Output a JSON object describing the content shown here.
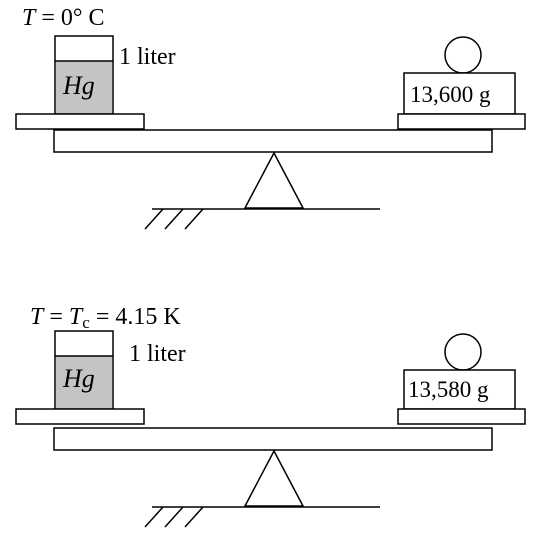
{
  "panels": [
    {
      "temperature_var": "T",
      "temperature_eq": " = 0° C",
      "beaker_label": "Hg",
      "volume_label": "1 liter",
      "weight_label": "13,600 g"
    },
    {
      "temperature_var": "T",
      "temperature_eq1": " = ",
      "temperature_var2": "T",
      "temperature_sub": "c",
      "temperature_eq2": " = 4.15 K",
      "beaker_label": "Hg",
      "volume_label": "1 liter",
      "weight_label": "13,580 g"
    }
  ],
  "colors": {
    "mercury": "#c4c4c4",
    "ink": "#000000"
  }
}
